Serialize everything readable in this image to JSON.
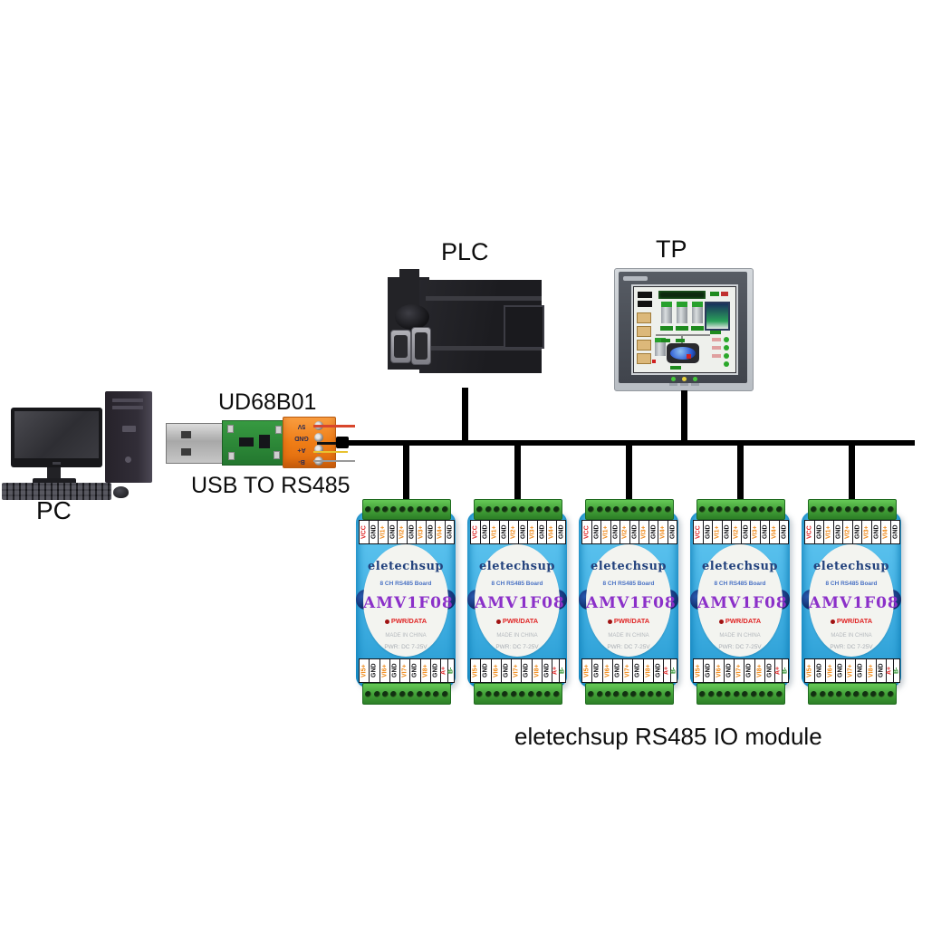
{
  "labels": {
    "pc": "PC",
    "plc": "PLC",
    "tp": "TP",
    "converter_model": "UD68B01",
    "converter_desc": "USB TO RS485",
    "caption": "eletechsup RS485 IO module"
  },
  "converter": {
    "pins": [
      "5V",
      "GND",
      "A+",
      "B-"
    ]
  },
  "module": {
    "count": 5,
    "brand": "eletechsup",
    "subtitle": "8 CH RS485 Board",
    "model": "AMV1F08",
    "led_label": "PWR/DATA",
    "note1": "MADE IN CHINA",
    "note2": "PWR: DC 7-25V",
    "top_pins": [
      "VCC",
      "GND",
      "VI1+",
      "GND",
      "VI2+",
      "GND",
      "VI3+",
      "GND",
      "VI4+",
      "GND"
    ],
    "bottom_pins": [
      "VI5+",
      "GND",
      "VI6+",
      "GND",
      "VI7+",
      "GND",
      "VI8+",
      "GND",
      "A+",
      "B-"
    ]
  },
  "colors": {
    "module_blue": "#35a9de",
    "terminal_green": "#3f9e36",
    "converter_orange": "#ef7d16",
    "pcb_green": "#2f8f3c",
    "model_purple": "#8b30c9",
    "brand_navy": "#23427d",
    "led_red": "#e02525",
    "bus_black": "#000000"
  }
}
